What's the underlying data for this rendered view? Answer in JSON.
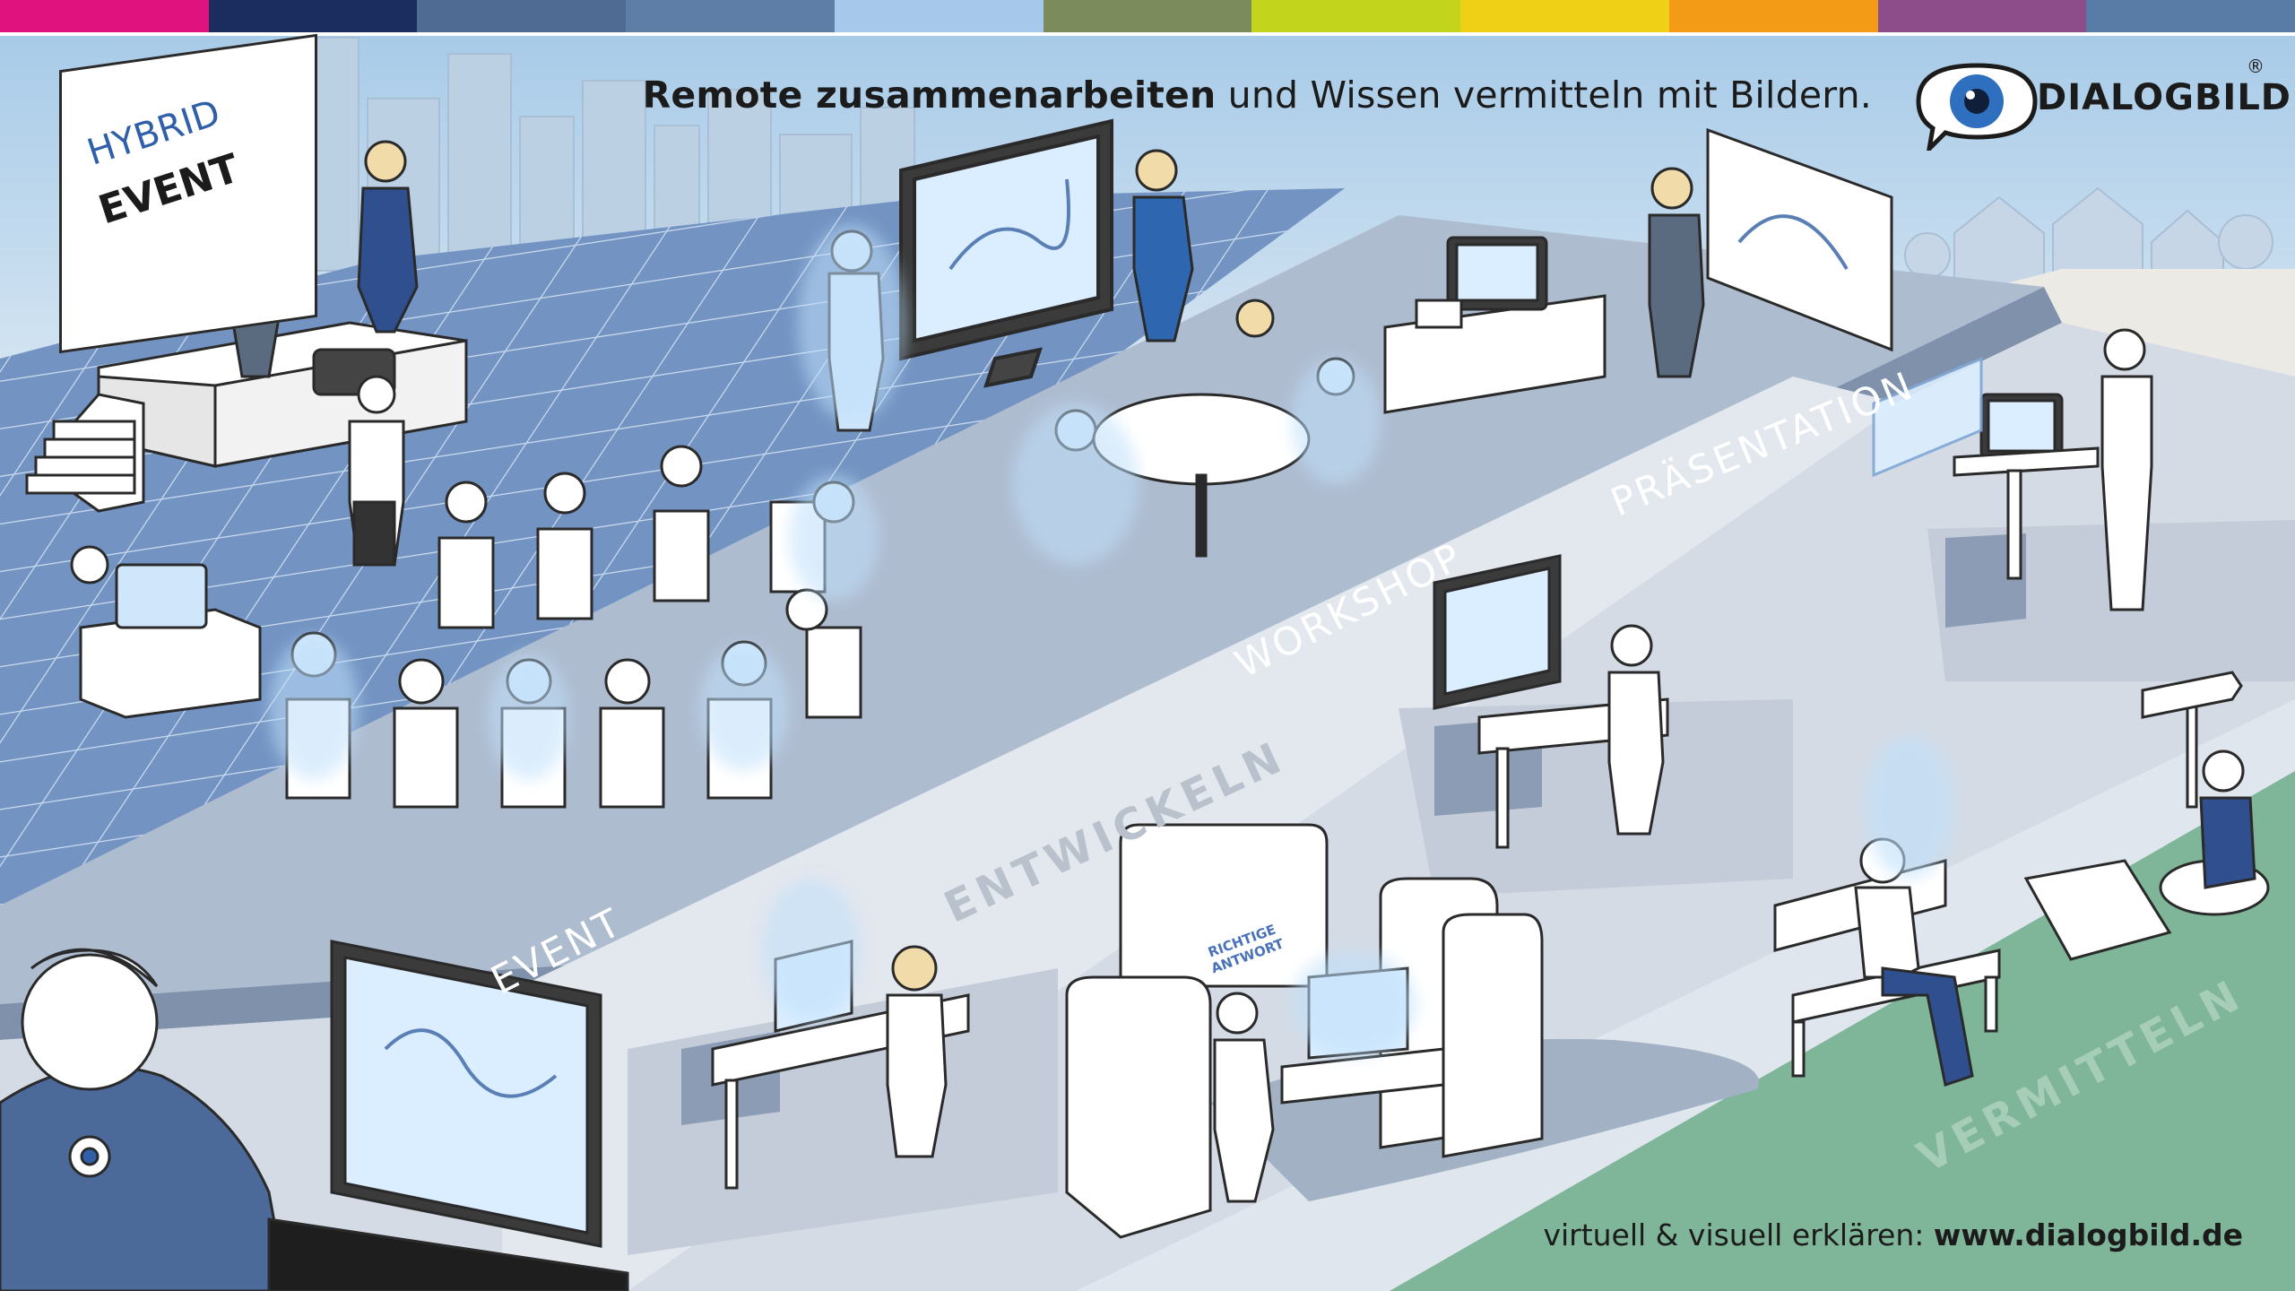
{
  "color_bar": [
    "#e0137e",
    "#1b2d5e",
    "#4f6b94",
    "#5f7ea7",
    "#a6c8ea",
    "#7c8b5c",
    "#c3d41c",
    "#f0d016",
    "#f39a16",
    "#8d4c8a",
    "#587ca6"
  ],
  "headline": {
    "bold": "Remote zusammenarbeiten",
    "rest": " und Wissen vermitteln mit Bildern."
  },
  "logo": {
    "name": "DIALOGBILD",
    "registered": "®",
    "icon": "eye-speech-bubble-icon"
  },
  "banner": {
    "line1": "HYBRID",
    "line2": "EVENT"
  },
  "lanes": {
    "event": "EVENT",
    "workshop": "WORKSHOP",
    "presentation": "PRÄSENTATION"
  },
  "phases": {
    "develop": "ENTWICKELN",
    "convey": "VERMITTELN"
  },
  "speech_bubble": {
    "line1": "RICHTIGE",
    "line2": "ANTWORT"
  },
  "footer": {
    "text": "virtuell & visuell erklären: ",
    "url": "www.dialogbild.de"
  },
  "colors": {
    "sky": "#9ec3e3",
    "grid_floor": "#6f8fbd",
    "lane": "#a5b4c8",
    "lane_side": "#7f91ab",
    "platform_light": "#d4dbe5",
    "path": "#eceae4",
    "green": "#7fb598",
    "screen_glow": "#bfe0fb"
  }
}
